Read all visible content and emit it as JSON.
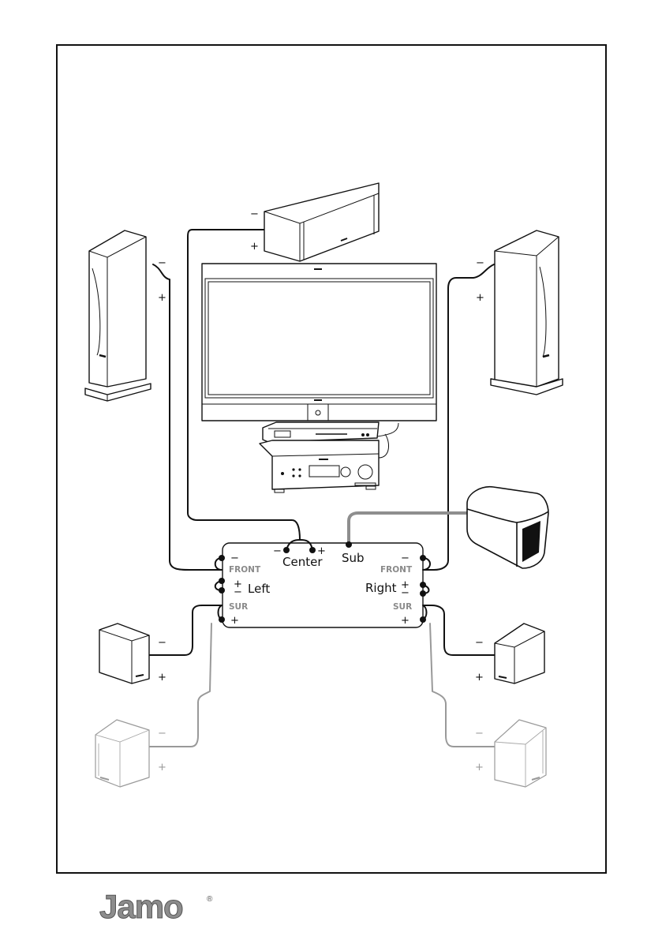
{
  "labels": {
    "center": "Center",
    "sub": "Sub",
    "left": "Left",
    "right": "Right",
    "front": "FRONT",
    "sur": "SUR",
    "minus": "−",
    "plus": "+"
  },
  "brand": {
    "logo_text": "Jamo",
    "registered": "®"
  },
  "colors": {
    "line": "#111111",
    "grey_wire": "#999999",
    "sub_wire": "#8e8e8e",
    "label_grey": "#8a8a8a"
  }
}
